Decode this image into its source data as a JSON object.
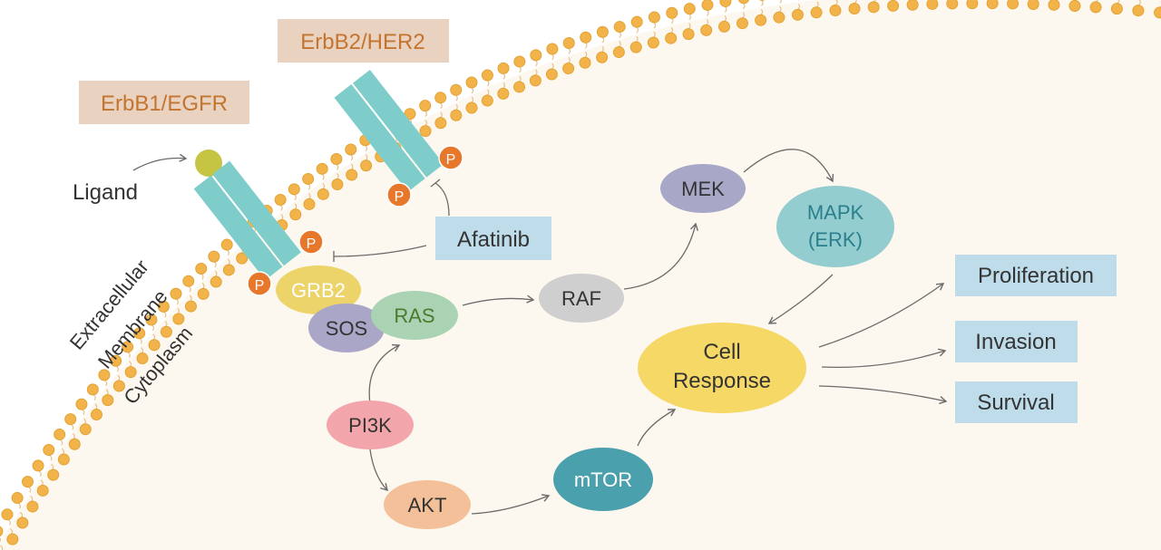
{
  "colors": {
    "cell_fill": "#fdf8ef",
    "lipid_head": "#f2b44a",
    "lipid_head_stroke": "#e2a233",
    "lipid_tail": "#e6c08a",
    "receptor": "#7ecdcb",
    "phospho": "#e7772a",
    "ligand": "#c6c443",
    "arrow": "#6b6b6b",
    "receptor_label_bg": "#ead2c0",
    "receptor_label_text": "#c3742f",
    "drug_bg": "#bfdcea",
    "outcome_bg": "#bfdcea",
    "grb2": "#ecd36a",
    "sos": "#a9a6c8",
    "ras": "#a9d3b2",
    "raf": "#cfcfcf",
    "mek": "#a7a7c8",
    "mapk": "#93cdd0",
    "pi3k": "#f2a6ab",
    "akt": "#f4c099",
    "mtor": "#4aa0ad",
    "cell_response": "#f6d866"
  },
  "receptors": {
    "egfr_label": "ErbB1/EGFR",
    "her2_label": "ErbB2/HER2",
    "phospho_label": "P"
  },
  "ligand_label": "Ligand",
  "drug_label": "Afatinib",
  "membrane_labels": {
    "extracellular": "Extracellular",
    "membrane": "Membrane",
    "cytoplasm": "Cytoplasm"
  },
  "nodes": {
    "grb2": "GRB2",
    "sos": "SOS",
    "ras": "RAS",
    "raf": "RAF",
    "mek": "MEK",
    "mapk_line1": "MAPK",
    "mapk_line2": "(ERK)",
    "pi3k": "PI3K",
    "akt": "AKT",
    "mtor": "mTOR",
    "cell_response_line1": "Cell",
    "cell_response_line2": "Response"
  },
  "outcomes": {
    "proliferation": "Proliferation",
    "invasion": "Invasion",
    "survival": "Survival"
  }
}
